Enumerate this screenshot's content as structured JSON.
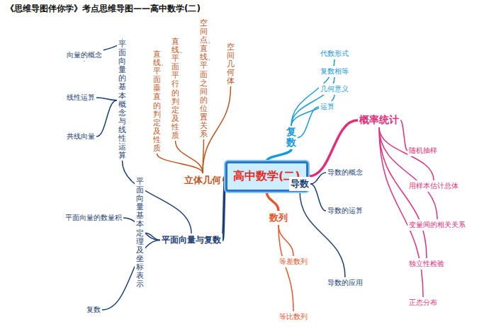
{
  "diagram": {
    "title": "《思维导图伴你学》考点思维导图——高中数学(二)",
    "nodes": [
      {
        "text": [
          "高中数学(二)"
        ]
      },
      {
        "text": [
          "立体几何"
        ]
      },
      {
        "text": [
          "复数"
        ]
      },
      {
        "text": [
          "概率统计"
        ]
      },
      {
        "text": [
          "导数"
        ]
      },
      {
        "text": [
          "数列"
        ]
      },
      {
        "text": [
          "平面向量与复数"
        ]
      },
      {
        "text": [
          "空间几何体"
        ]
      },
      {
        "text": [
          "空间点、直线、平面之间的位置关系"
        ]
      },
      {
        "text": [
          "直线、平面平行的判定及性质"
        ]
      },
      {
        "text": [
          "直线、平面垂直的判定及性质"
        ]
      },
      {
        "text": [
          "代数形式"
        ]
      },
      {
        "text": [
          "复数相等"
        ]
      },
      {
        "text": [
          "几何意义"
        ]
      },
      {
        "text": [
          "运算"
        ]
      },
      {
        "text": [
          "随机抽样"
        ]
      },
      {
        "text": [
          "用样本估计总体"
        ]
      },
      {
        "text": [
          "变量间的相关关系"
        ]
      },
      {
        "text": [
          "独立性检验"
        ]
      },
      {
        "text": [
          "正态分布"
        ]
      },
      {
        "text": [
          "导数的概念"
        ]
      },
      {
        "text": [
          "导数的运算"
        ]
      },
      {
        "text": [
          "导数的应用"
        ]
      },
      {
        "text": [
          "等差数列"
        ]
      },
      {
        "text": [
          "等比数列"
        ]
      },
      {
        "text": [
          "平面向量的基本概念与线性运算"
        ]
      },
      {
        "text": [
          "平面向量基本定理及坐标表示"
        ]
      },
      {
        "text": [
          "平面向量的数量积"
        ]
      },
      {
        "text": [
          "复数"
        ]
      },
      {
        "text": [
          "向量的概念"
        ]
      },
      {
        "text": [
          "线性运算"
        ]
      },
      {
        "text": [
          "共线向量"
        ]
      }
    ],
    "edges": [
      {
        "from": 0,
        "to": 1,
        "arrow": "none"
      },
      {
        "from": 0,
        "to": 2,
        "arrow": "none"
      },
      {
        "from": 0,
        "to": 3,
        "arrow": "none"
      },
      {
        "from": 0,
        "to": 4,
        "arrow": "none"
      },
      {
        "from": 0,
        "to": 5,
        "arrow": "none"
      },
      {
        "from": 0,
        "to": 6,
        "arrow": "none"
      },
      {
        "from": 1,
        "to": 7,
        "arrow": "none"
      },
      {
        "from": 1,
        "to": 8,
        "arrow": "none"
      },
      {
        "from": 1,
        "to": 9,
        "arrow": "none"
      },
      {
        "from": 1,
        "to": 10,
        "arrow": "none"
      },
      {
        "from": 2,
        "to": 11,
        "arrow": "none"
      },
      {
        "from": 2,
        "to": 12,
        "arrow": "none"
      },
      {
        "from": 2,
        "to": 13,
        "arrow": "none"
      },
      {
        "from": 2,
        "to": 14,
        "arrow": "none"
      },
      {
        "from": 3,
        "to": 15,
        "arrow": "none"
      },
      {
        "from": 3,
        "to": 16,
        "arrow": "none"
      },
      {
        "from": 3,
        "to": 17,
        "arrow": "none"
      },
      {
        "from": 3,
        "to": 18,
        "arrow": "none"
      },
      {
        "from": 3,
        "to": 19,
        "arrow": "none"
      },
      {
        "from": 4,
        "to": 20,
        "arrow": "none"
      },
      {
        "from": 4,
        "to": 21,
        "arrow": "none"
      },
      {
        "from": 4,
        "to": 22,
        "arrow": "none"
      },
      {
        "from": 5,
        "to": 23,
        "arrow": "none"
      },
      {
        "from": 5,
        "to": 24,
        "arrow": "none"
      },
      {
        "from": 6,
        "to": 25,
        "arrow": "none"
      },
      {
        "from": 6,
        "to": 26,
        "arrow": "none"
      },
      {
        "from": 6,
        "to": 27,
        "arrow": "none"
      },
      {
        "from": 6,
        "to": 28,
        "arrow": "none"
      },
      {
        "from": 25,
        "to": 29,
        "arrow": "none"
      },
      {
        "from": 25,
        "to": 30,
        "arrow": "none"
      },
      {
        "from": 25,
        "to": 31,
        "arrow": "none"
      }
    ]
  }
}
